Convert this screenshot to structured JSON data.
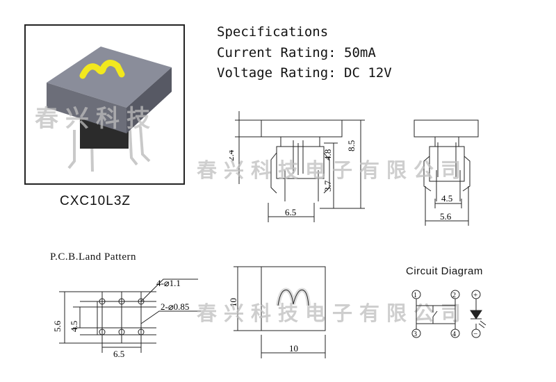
{
  "specs": {
    "heading": "Specifications",
    "current": "Current Rating: 50mA",
    "voltage": "Voltage Rating: DC 12V"
  },
  "product": {
    "model": "CXC10L3Z",
    "cap_color": "#8a8d9a",
    "logo_color": "#f2e81e"
  },
  "watermark": {
    "short": "春兴科技",
    "long": "春兴科技电子有限公司"
  },
  "side_view": {
    "dim_total": "8.5",
    "dim_cap": "2.4",
    "dim_mid": "4.8",
    "dim_lower": "3.7",
    "dim_pitch": "6.5"
  },
  "end_view": {
    "dim_inner": "4.5",
    "dim_outer": "5.6"
  },
  "pcb": {
    "title": "P.C.B.Land Pattern",
    "hole_large": "4-⌀1.1",
    "hole_small": "2-⌀0.85",
    "dim_outer_v": "5.6",
    "dim_inner_v": "4.5",
    "dim_pitch_h": "6.5"
  },
  "top_view": {
    "dim_w": "10",
    "dim_h": "10"
  },
  "circuit": {
    "title": "Circuit Diagram",
    "pin1": "1",
    "pin2": "2",
    "pin3": "3",
    "pin4": "4",
    "led_plus": "+",
    "led_minus": "−"
  }
}
